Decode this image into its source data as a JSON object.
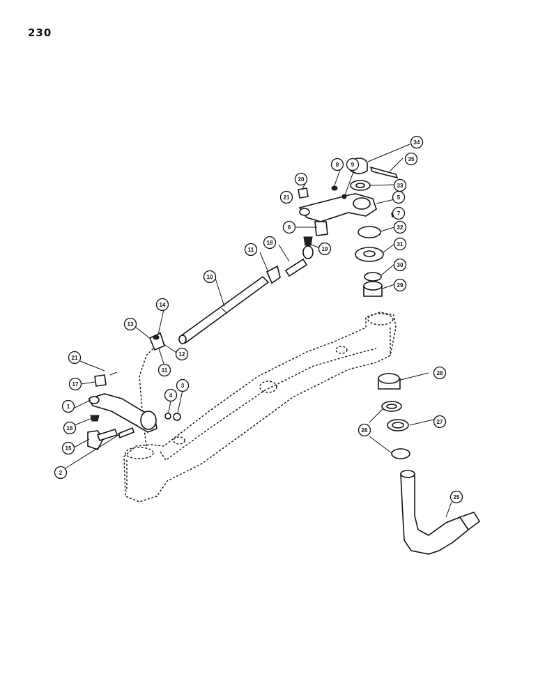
{
  "page": {
    "number": "230"
  },
  "callouts": [
    {
      "id": "1",
      "label": "1"
    },
    {
      "id": "2",
      "label": "2"
    },
    {
      "id": "3",
      "label": "3"
    },
    {
      "id": "4",
      "label": "4"
    },
    {
      "id": "5",
      "label": "5"
    },
    {
      "id": "6",
      "label": "6"
    },
    {
      "id": "7",
      "label": "7"
    },
    {
      "id": "8",
      "label": "8"
    },
    {
      "id": "9",
      "label": "9"
    },
    {
      "id": "10",
      "label": "10"
    },
    {
      "id": "11a",
      "label": "11"
    },
    {
      "id": "11b",
      "label": "11"
    },
    {
      "id": "12",
      "label": "12"
    },
    {
      "id": "13",
      "label": "13"
    },
    {
      "id": "14",
      "label": "14"
    },
    {
      "id": "15",
      "label": "15"
    },
    {
      "id": "16",
      "label": "16"
    },
    {
      "id": "17",
      "label": "17"
    },
    {
      "id": "18",
      "label": "18"
    },
    {
      "id": "19",
      "label": "19"
    },
    {
      "id": "20",
      "label": "20"
    },
    {
      "id": "21a",
      "label": "21"
    },
    {
      "id": "21b",
      "label": "21"
    },
    {
      "id": "25",
      "label": "25"
    },
    {
      "id": "26",
      "label": "26"
    },
    {
      "id": "27",
      "label": "27"
    },
    {
      "id": "28",
      "label": "28"
    },
    {
      "id": "29",
      "label": "29"
    },
    {
      "id": "30",
      "label": "30"
    },
    {
      "id": "31",
      "label": "31"
    },
    {
      "id": "32",
      "label": "32"
    },
    {
      "id": "33",
      "label": "33"
    },
    {
      "id": "34",
      "label": "34"
    },
    {
      "id": "35",
      "label": "35"
    }
  ]
}
